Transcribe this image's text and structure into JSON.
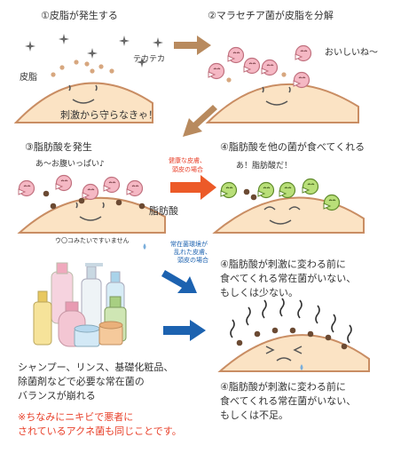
{
  "panels": {
    "p1": {
      "title": "①皮脂が発生する",
      "label_sebum": "皮脂",
      "label_shiny": "テカテカ",
      "caption": "刺激から守らなきゃ！"
    },
    "p2": {
      "title": "②マラセチア菌が皮脂を分解",
      "speech": "おいしいね〜"
    },
    "p3": {
      "title": "③脂肪酸を発生",
      "speech": "あ〜お腹いっぱい♪",
      "label_fatty_acid": "脂肪酸",
      "label_dandruff": "ウ〇コみたいですいません"
    },
    "p4": {
      "title": "④脂肪酸を他の菌が食べてくれる",
      "speech": "あ！脂肪酸だ！"
    },
    "p5": {
      "caption_line1": "④脂肪酸が刺激に変わる前に",
      "caption_line2": "食べてくれる常在菌がいない、",
      "caption_line3": "もしくは少ない。"
    },
    "p6": {
      "caption_line1": "④脂肪酸が刺激に変わる前に",
      "caption_line2": "食べてくれる常在菌がいない、",
      "caption_line3": "もしくは不足。"
    }
  },
  "arrows": {
    "healthy_line1": "健康な皮膚、",
    "healthy_line2": "頭皮の場合",
    "imbalance_line1": "常在菌環境が",
    "imbalance_line2": "乱れた皮膚、",
    "imbalance_line3": "頭皮の場合"
  },
  "products_caption": {
    "line1": "シャンプー、リンス、基礎化粧品、",
    "line2": "除菌剤などで必要な常在菌の",
    "line3": "バランスが崩れる"
  },
  "note": {
    "line1": "※ちなみにニキビで悪者に",
    "line2": "されているアクネ菌も同じことです。"
  },
  "colors": {
    "skin": "#fbe3c4",
    "skin_outline": "#c98d63",
    "malassezia": "#f5b8c4",
    "good_bacteria": "#b9df79",
    "arrow_brown": "#b88a5e",
    "arrow_red": "#ec5a28",
    "arrow_blue": "#1c62b0",
    "note_red": "#e8402a"
  }
}
